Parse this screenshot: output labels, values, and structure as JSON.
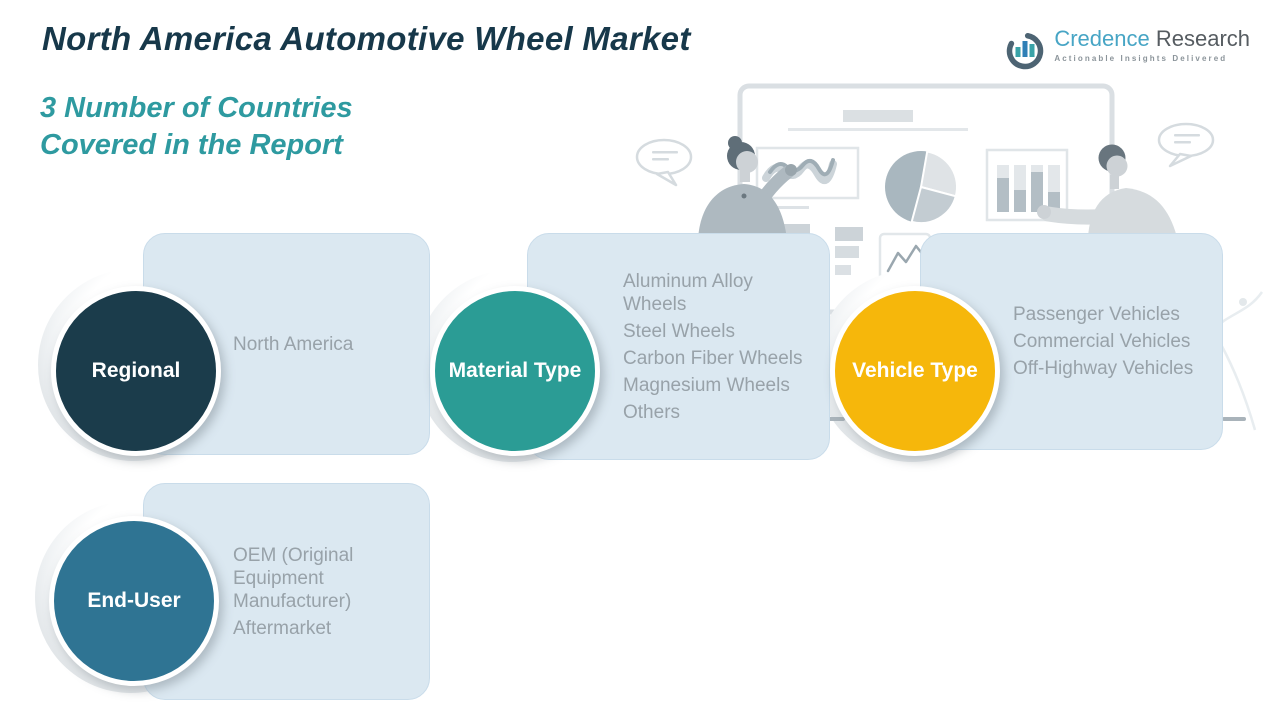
{
  "header": {
    "title": "North America Automotive Wheel Market",
    "subtitle": {
      "line1": "3 Number of Countries",
      "line2": "Covered in the Report"
    }
  },
  "logo": {
    "brand_primary": "Credence",
    "brand_secondary": "Research",
    "tagline": "Actionable Insights Delivered"
  },
  "segments": [
    {
      "label": "Regional",
      "circle_color": "#1b3c4b",
      "items": [
        "North America"
      ]
    },
    {
      "label": "Material Type",
      "circle_color": "#2b9c95",
      "items": [
        "Aluminum Alloy Wheels",
        "Steel Wheels",
        "Carbon Fiber Wheels",
        "Magnesium Wheels",
        "Others"
      ]
    },
    {
      "label": "Vehicle Type",
      "circle_color": "#f6b70b",
      "items": [
        "Passenger Vehicles",
        "Commercial Vehicles",
        "Off-Highway Vehicles"
      ]
    },
    {
      "label": "End-User",
      "circle_color": "#2f7493",
      "items": [
        "OEM (Original Equipment Manufacturer)",
        "Aftermarket"
      ]
    }
  ],
  "illustration_icons": [
    "logo-bar-chart-icon",
    "speech-bubble-icon",
    "line-chart-icon",
    "pie-chart-icon",
    "bar-chart-icon",
    "presenter-left",
    "presenter-right",
    "plant-leaf-icon"
  ],
  "colors": {
    "title_text": "#17384a",
    "subtitle_text": "#2e9aa0",
    "card_bg": "#dbe8f1",
    "card_border": "#c9dcea",
    "card_text": "#98a2a9",
    "circle_label_text": "#ffffff",
    "logo_primary": "#47a5c5",
    "logo_secondary": "#565c61",
    "illustration_gray": "#c6ced4"
  }
}
